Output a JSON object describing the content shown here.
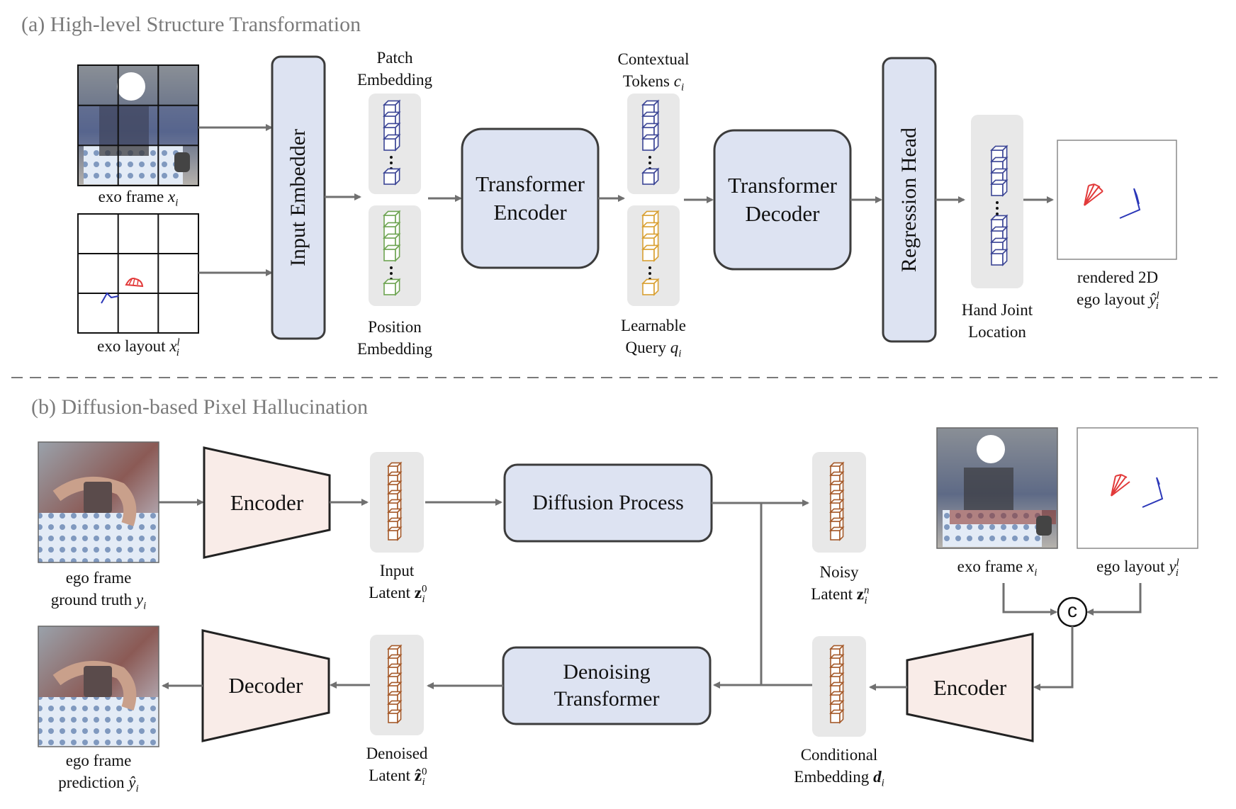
{
  "colors": {
    "block_fill": "#dde3f2",
    "block_stroke": "#3c3c3c",
    "vae_fill": "#f9ece8",
    "token_bg": "#e8e8e8",
    "patch_token": "#3b4595",
    "position_token": "#6ea452",
    "query_token": "#d9a032",
    "latent_token": "#a55a2a",
    "arrow": "#707070",
    "title_gray": "#7b7b7b",
    "layout_red": "#e23a3a",
    "layout_blue": "#2b37b8"
  },
  "part_a": {
    "title": "(a) High-level Structure Transformation",
    "exo_frame_label": "exo frame ",
    "exo_frame_var": "x",
    "exo_frame_sub": "i",
    "exo_layout_label": "exo layout ",
    "exo_layout_var": "x",
    "exo_layout_sup": "l",
    "exo_layout_sub": "i",
    "input_embedder": "Input Embedder",
    "patch_embedding_1": "Patch",
    "patch_embedding_2": "Embedding",
    "position_embedding_1": "Position",
    "position_embedding_2": "Embedding",
    "transformer_encoder_1": "Transformer",
    "transformer_encoder_2": "Encoder",
    "contextual_tokens_1": "Contextual",
    "contextual_tokens_2": "Tokens ",
    "contextual_tokens_var": "c",
    "contextual_tokens_sub": "i",
    "learnable_query_1": "Learnable",
    "learnable_query_2": "Query ",
    "learnable_query_var": "q",
    "learnable_query_sub": "i",
    "transformer_decoder_1": "Transformer",
    "transformer_decoder_2": "Decoder",
    "regression_head": "Regression Head",
    "hand_joint_1": "Hand Joint",
    "hand_joint_2": "Location",
    "rendered_1": "rendered 2D",
    "rendered_2": "ego layout ",
    "rendered_var": "ŷ",
    "rendered_sup": "l",
    "rendered_sub": "i"
  },
  "part_b": {
    "title": "(b) Diffusion-based Pixel Hallucination",
    "ego_gt_1": "ego frame",
    "ego_gt_2": "ground truth ",
    "ego_gt_var": "y",
    "ego_gt_sub": "i",
    "encoder_top": "Encoder",
    "input_latent_1": "Input",
    "input_latent_2": "Latent ",
    "input_latent_var": "z",
    "input_latent_sup": "0",
    "input_latent_sub": "i",
    "diffusion_process": "Diffusion Process",
    "noisy_latent_1": "Noisy",
    "noisy_latent_2": "Latent ",
    "noisy_latent_var": "z",
    "noisy_latent_sup": "n",
    "noisy_latent_sub": "i",
    "exo_frame_label": "exo frame ",
    "exo_frame_var": "x",
    "exo_frame_sub": "i",
    "ego_layout_label": "ego layout ",
    "ego_layout_var": "y",
    "ego_layout_sup": "l",
    "ego_layout_sub": "i",
    "concat_symbol": "c",
    "ego_pred_1": "ego frame",
    "ego_pred_2": "prediction ",
    "ego_pred_var": "ŷ",
    "ego_pred_sub": "i",
    "decoder": "Decoder",
    "denoised_latent_1": "Denoised",
    "denoised_latent_2": "Latent ",
    "denoised_latent_var": "ẑ",
    "denoised_latent_sup": "0",
    "denoised_latent_sub": "i",
    "denoising_1": "Denoising",
    "denoising_2": "Transformer",
    "conditional_1": "Conditional",
    "conditional_2": "Embedding ",
    "conditional_var": "d",
    "conditional_sub": "i",
    "encoder_bottom": "Encoder"
  }
}
